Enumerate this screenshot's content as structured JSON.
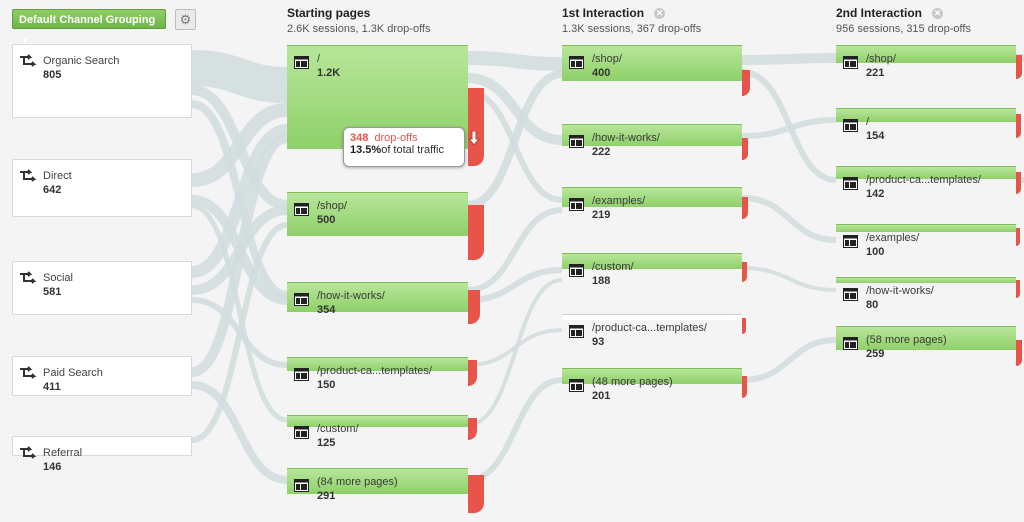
{
  "toolbar": {
    "grouping_label": "Default Channel Grouping"
  },
  "columns": [
    {
      "title": "Starting pages",
      "sub": "2.6K sessions, 1.3K drop-offs"
    },
    {
      "title": "1st Interaction",
      "sub": "1.3K sessions, 367 drop-offs"
    },
    {
      "title": "2nd Interaction",
      "sub": "956 sessions, 315 drop-offs"
    }
  ],
  "sources": [
    {
      "label": "Organic Search",
      "value": "805"
    },
    {
      "label": "Direct",
      "value": "642"
    },
    {
      "label": "Social",
      "value": "581"
    },
    {
      "label": "Paid Search",
      "value": "411"
    },
    {
      "label": "Referral",
      "value": "146"
    }
  ],
  "starting_pages": [
    {
      "label": "/",
      "value": "1.2K"
    },
    {
      "label": "/shop/",
      "value": "500"
    },
    {
      "label": "/how-it-works/",
      "value": "354"
    },
    {
      "label": "/product-ca...templates/",
      "value": "150"
    },
    {
      "label": "/custom/",
      "value": "125"
    },
    {
      "label": "(84 more pages)",
      "value": "291"
    }
  ],
  "first_interaction": [
    {
      "label": "/shop/",
      "value": "400"
    },
    {
      "label": "/how-it-works/",
      "value": "222"
    },
    {
      "label": "/examples/",
      "value": "219"
    },
    {
      "label": "/custom/",
      "value": "188"
    },
    {
      "label": "/product-ca...templates/",
      "value": "93"
    },
    {
      "label": "(48 more pages)",
      "value": "201"
    }
  ],
  "second_interaction": [
    {
      "label": "/shop/",
      "value": "221"
    },
    {
      "label": "/",
      "value": "154"
    },
    {
      "label": "/product-ca...templates/",
      "value": "142"
    },
    {
      "label": "/examples/",
      "value": "100"
    },
    {
      "label": "/how-it-works/",
      "value": "80"
    },
    {
      "label": "(58 more pages)",
      "value": "259"
    }
  ],
  "tooltip": {
    "count": "348",
    "dropoffs": "drop-offs",
    "pct": "13.5%",
    "of_total": "of total traffic"
  },
  "icons": {
    "source": "arrows-icon",
    "page": "page-icon",
    "settings": "gear-icon",
    "close": "close-icon"
  },
  "colors": {
    "node_green": "#8fd06a",
    "dropoff_red": "#e8534a",
    "flow_gray": "#d5dfe0"
  }
}
